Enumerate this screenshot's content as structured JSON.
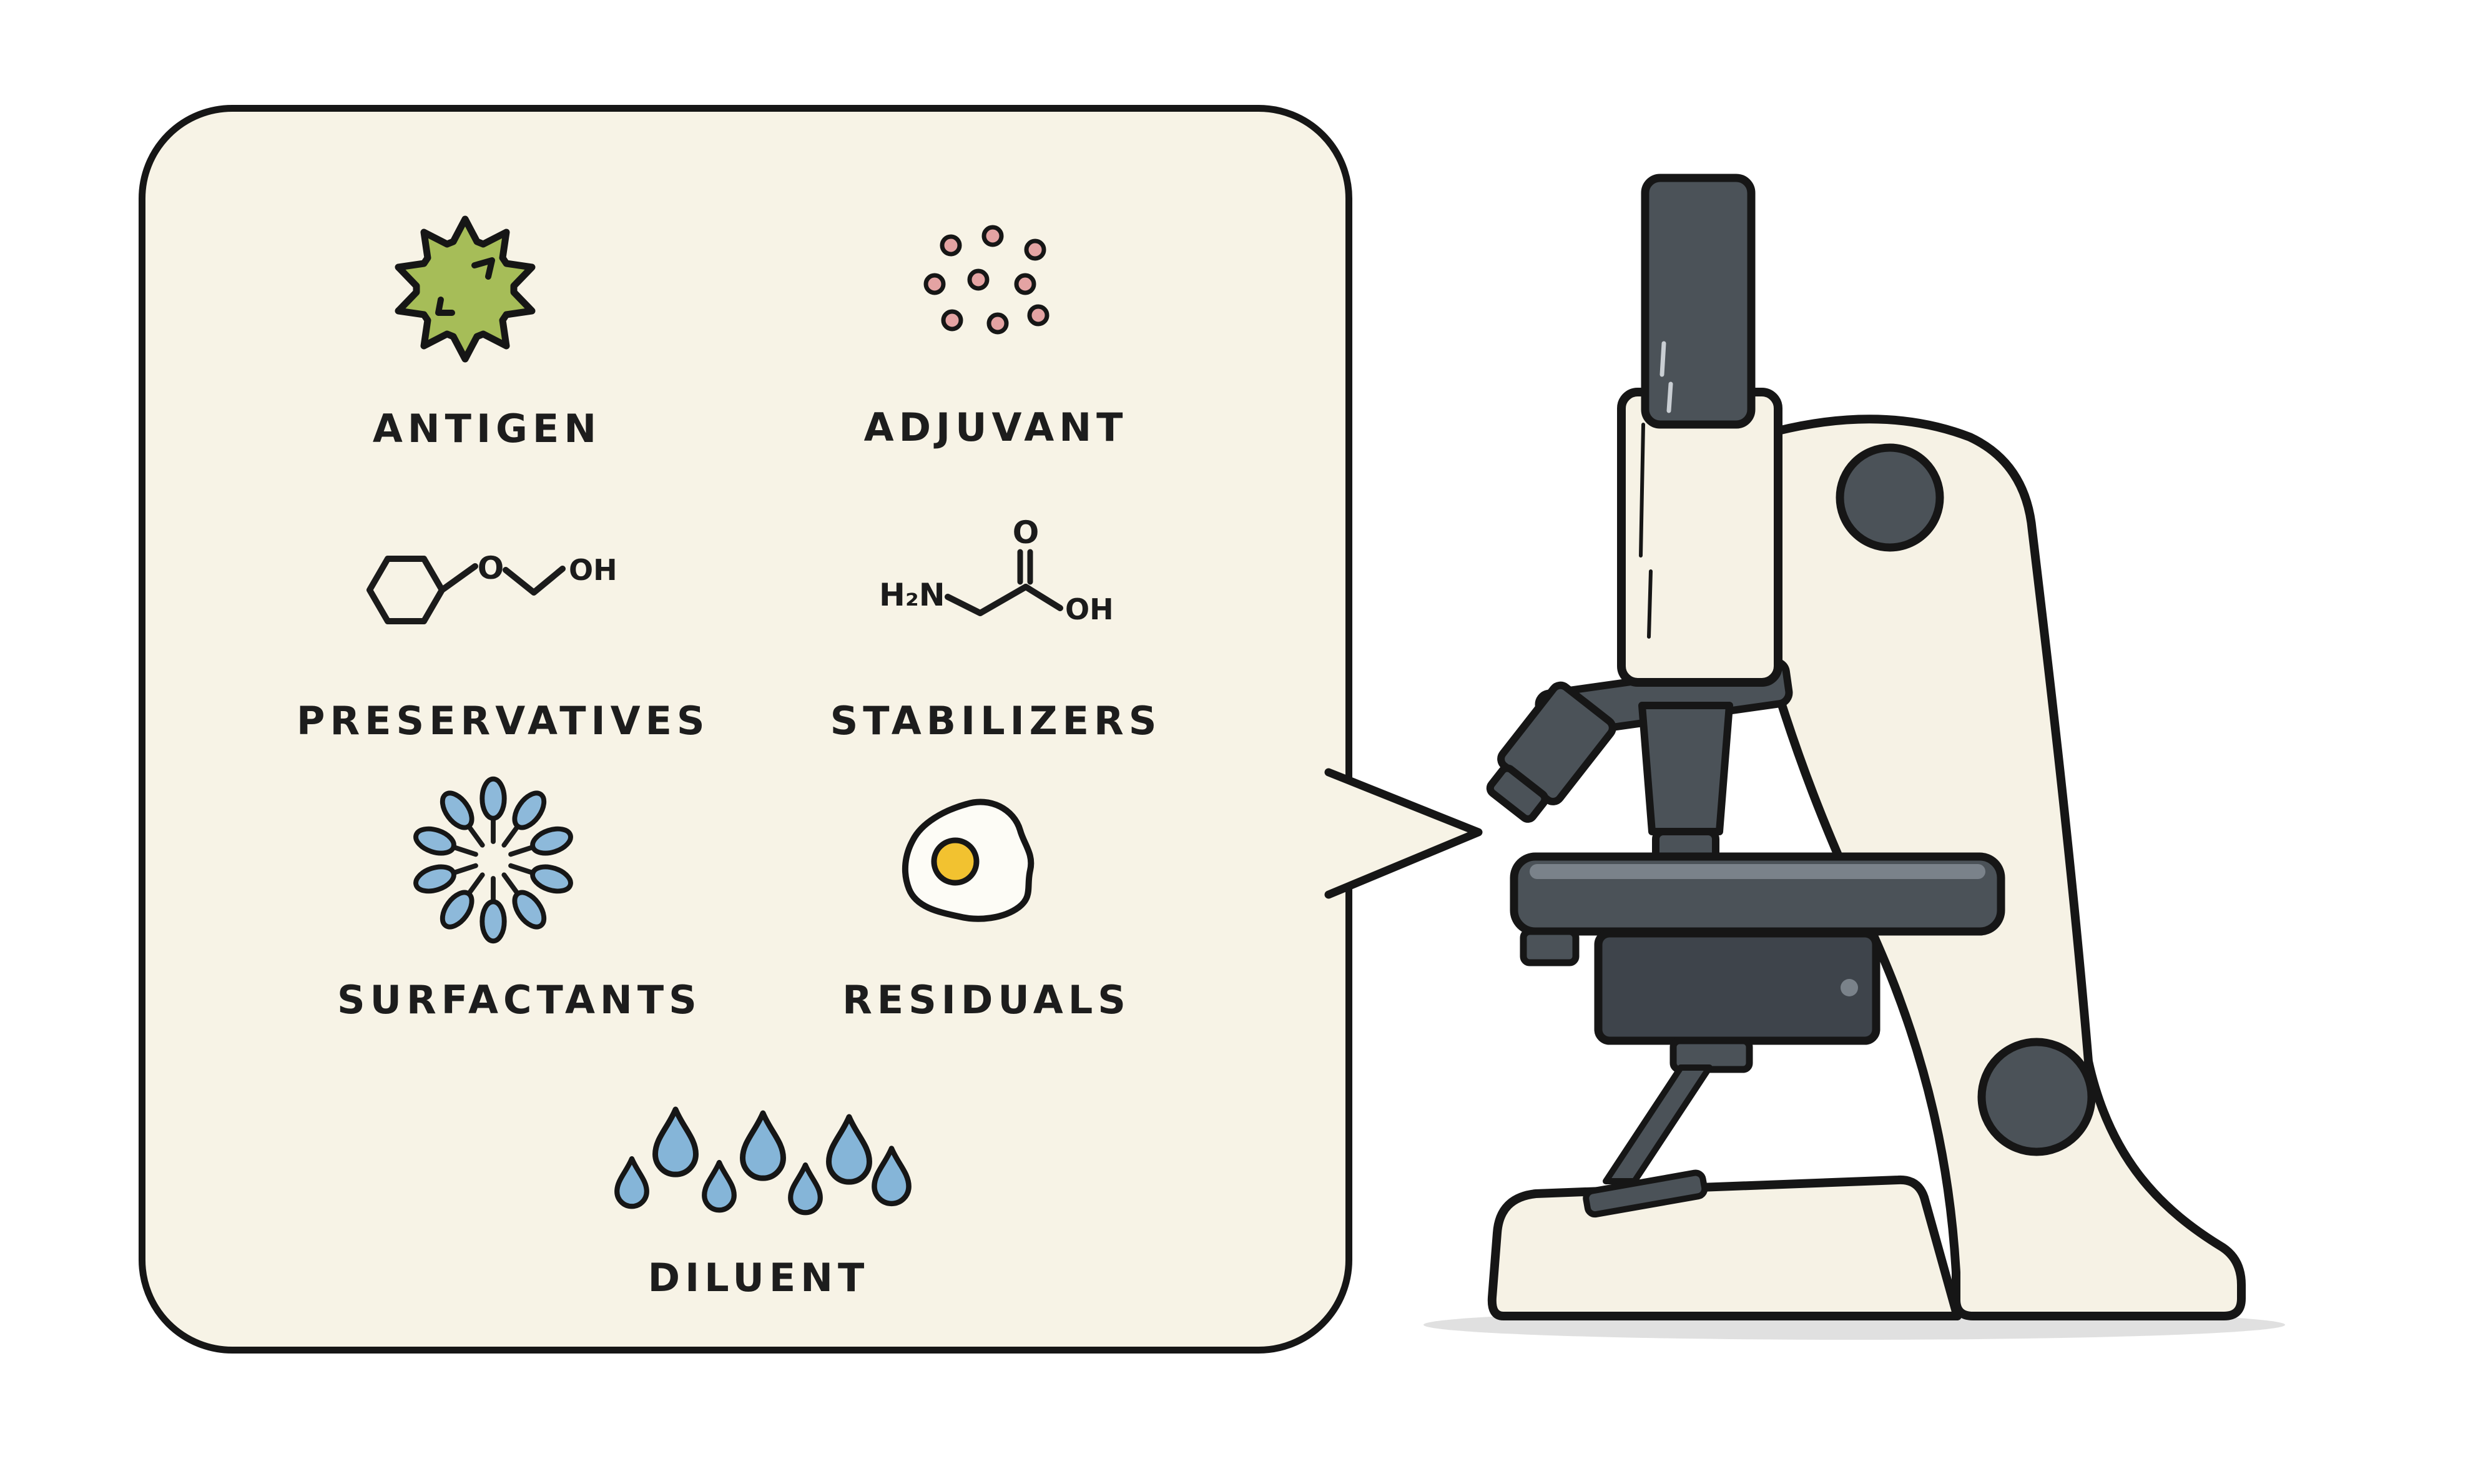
{
  "colors": {
    "background": "#ffffff",
    "bubble_fill": "#f7f3e6",
    "outline": "#161616",
    "antigen_green": "#a6bd58",
    "adjuvant_pink": "#e4a3a3",
    "surfactant_blue": "#8db9da",
    "diluent_blue": "#85b5d8",
    "yolk_yellow": "#f2c230",
    "egg_white": "#fdfcf6",
    "microscope_cream": "#f6f2e5",
    "microscope_dark": "#4b5258",
    "microscope_mid": "#7a828a",
    "microscope_darker": "#3e444b",
    "shadow_gray": "#e0e0e0"
  },
  "bubble": {
    "ingredients": [
      {
        "label": "ANTIGEN",
        "icon": "virus-icon"
      },
      {
        "label": "ADJUVANT",
        "icon": "adjuvant-particles-icon"
      },
      {
        "label": "PRESERVATIVES",
        "icon": "preservative-molecule-icon"
      },
      {
        "label": "STABILIZERS",
        "icon": "stabilizer-molecule-icon"
      },
      {
        "label": "SURFACTANTS",
        "icon": "surfactant-micelle-icon"
      },
      {
        "label": "RESIDUALS",
        "icon": "fried-egg-icon"
      },
      {
        "label": "DILUENT",
        "icon": "water-drops-icon"
      }
    ],
    "chem_labels": {
      "preservatives_o": "O",
      "preservatives_oh": "OH",
      "stabilizers_h2n": "H₂N",
      "stabilizers_o": "O",
      "stabilizers_oh": "OH"
    }
  },
  "microscope": {
    "icon": "microscope-illustration"
  }
}
